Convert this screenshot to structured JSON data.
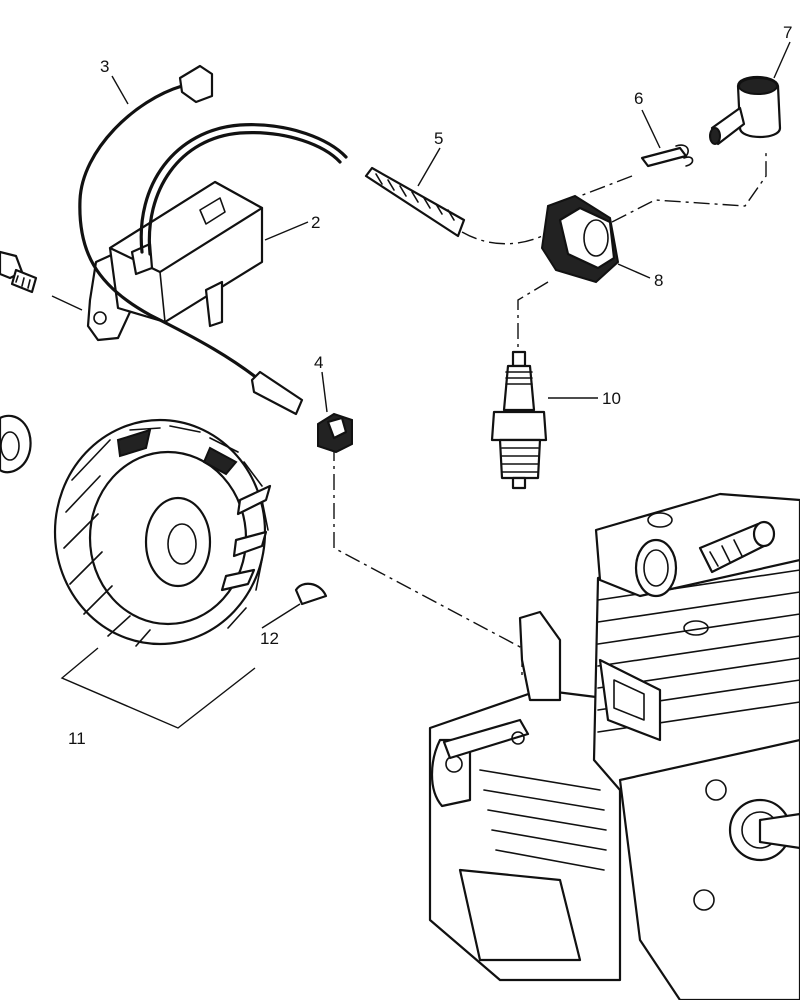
{
  "callouts": [
    {
      "id": "c2",
      "label": "2"
    },
    {
      "id": "c3",
      "label": "3"
    },
    {
      "id": "c4",
      "label": "4"
    },
    {
      "id": "c5",
      "label": "5"
    },
    {
      "id": "c6",
      "label": "6"
    },
    {
      "id": "c7",
      "label": "7"
    },
    {
      "id": "c8",
      "label": "8"
    },
    {
      "id": "c10",
      "label": "10"
    },
    {
      "id": "c11",
      "label": "11"
    },
    {
      "id": "c12",
      "label": "12"
    }
  ]
}
